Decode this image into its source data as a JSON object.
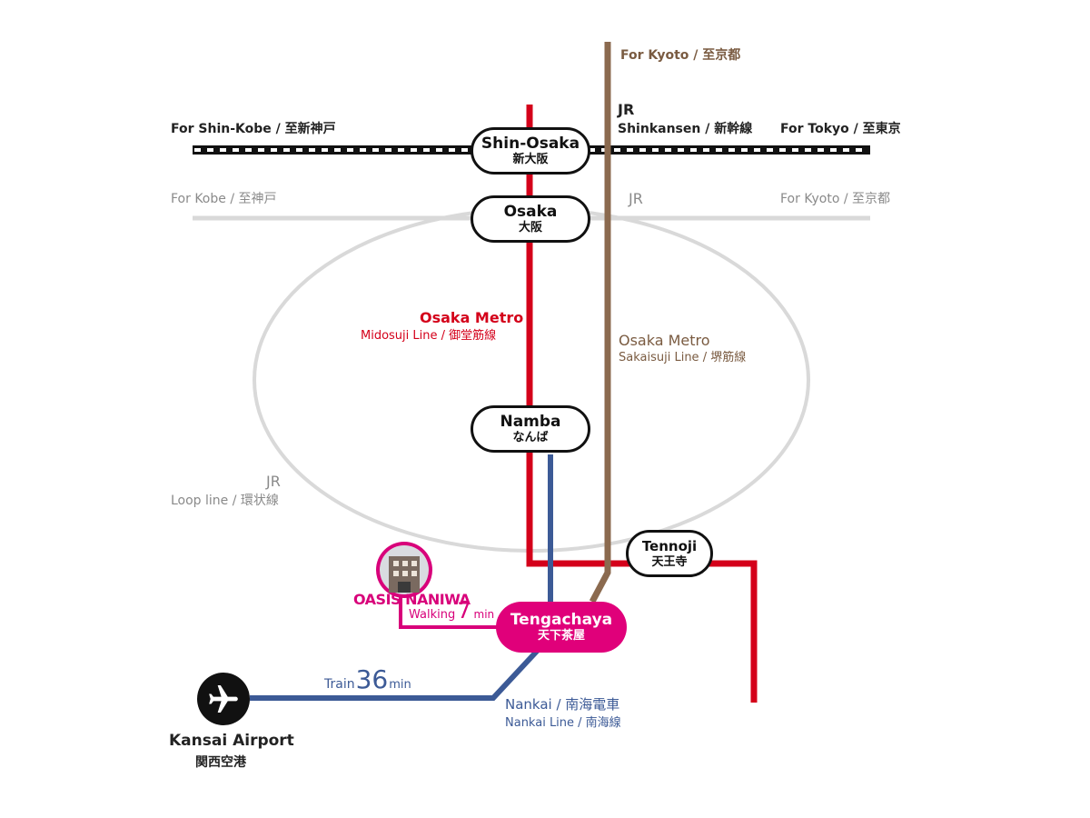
{
  "colors": {
    "jr_loop": "#d9d9d9",
    "midosuji": "#d4001a",
    "sakaisuji": "#8b6a4f",
    "nankai": "#3c5a96",
    "walking": "#d8007a",
    "tengachaya": "#e0007a"
  },
  "stations": {
    "shin_osaka": {
      "en": "Shin-Osaka",
      "jp": "新大阪"
    },
    "osaka": {
      "en": "Osaka",
      "jp": "大阪"
    },
    "namba": {
      "en": "Namba",
      "jp": "なんば"
    },
    "tennoji": {
      "en": "Tennoji",
      "jp": "天王寺"
    },
    "tengachaya": {
      "en": "Tengachaya",
      "jp": "天下茶屋"
    },
    "kansai_airport": {
      "en": "Kansai Airport",
      "jp": "関西空港"
    }
  },
  "labels": {
    "for_kyoto_sakaisuji": "For Kyoto / 至京都",
    "shinkansen_jr": "JR",
    "shinkansen_name": "Shinkansen / 新幹線",
    "for_shinkobe": "For Shin-Kobe / 至新神戸",
    "for_tokyo": "For Tokyo / 至東京",
    "for_kobe": "For Kobe / 至神戸",
    "jr_top": "JR",
    "for_kyoto_jr": "For Kyoto / 至京都",
    "midosuji_company": "Osaka Metro",
    "midosuji_line": "Midosuji Line / 御堂筋線",
    "sakaisuji_company": "Osaka Metro",
    "sakaisuji_line": "Sakaisuji Line / 堺筋線",
    "loop_jr": "JR",
    "loop_line": "Loop line / 環状線",
    "nankai_company": "Nankai / 南海電車",
    "nankai_line": "Nankai Line / 南海線"
  },
  "hotel": {
    "name": "OASIS NANIWA",
    "walking_label": "Walking",
    "walking_time": "7",
    "walking_unit": "min"
  },
  "train": {
    "label": "Train",
    "time": "36",
    "unit": "min"
  },
  "icons": {
    "airport": "airplane-icon",
    "hotel": "hotel-photo-icon"
  }
}
